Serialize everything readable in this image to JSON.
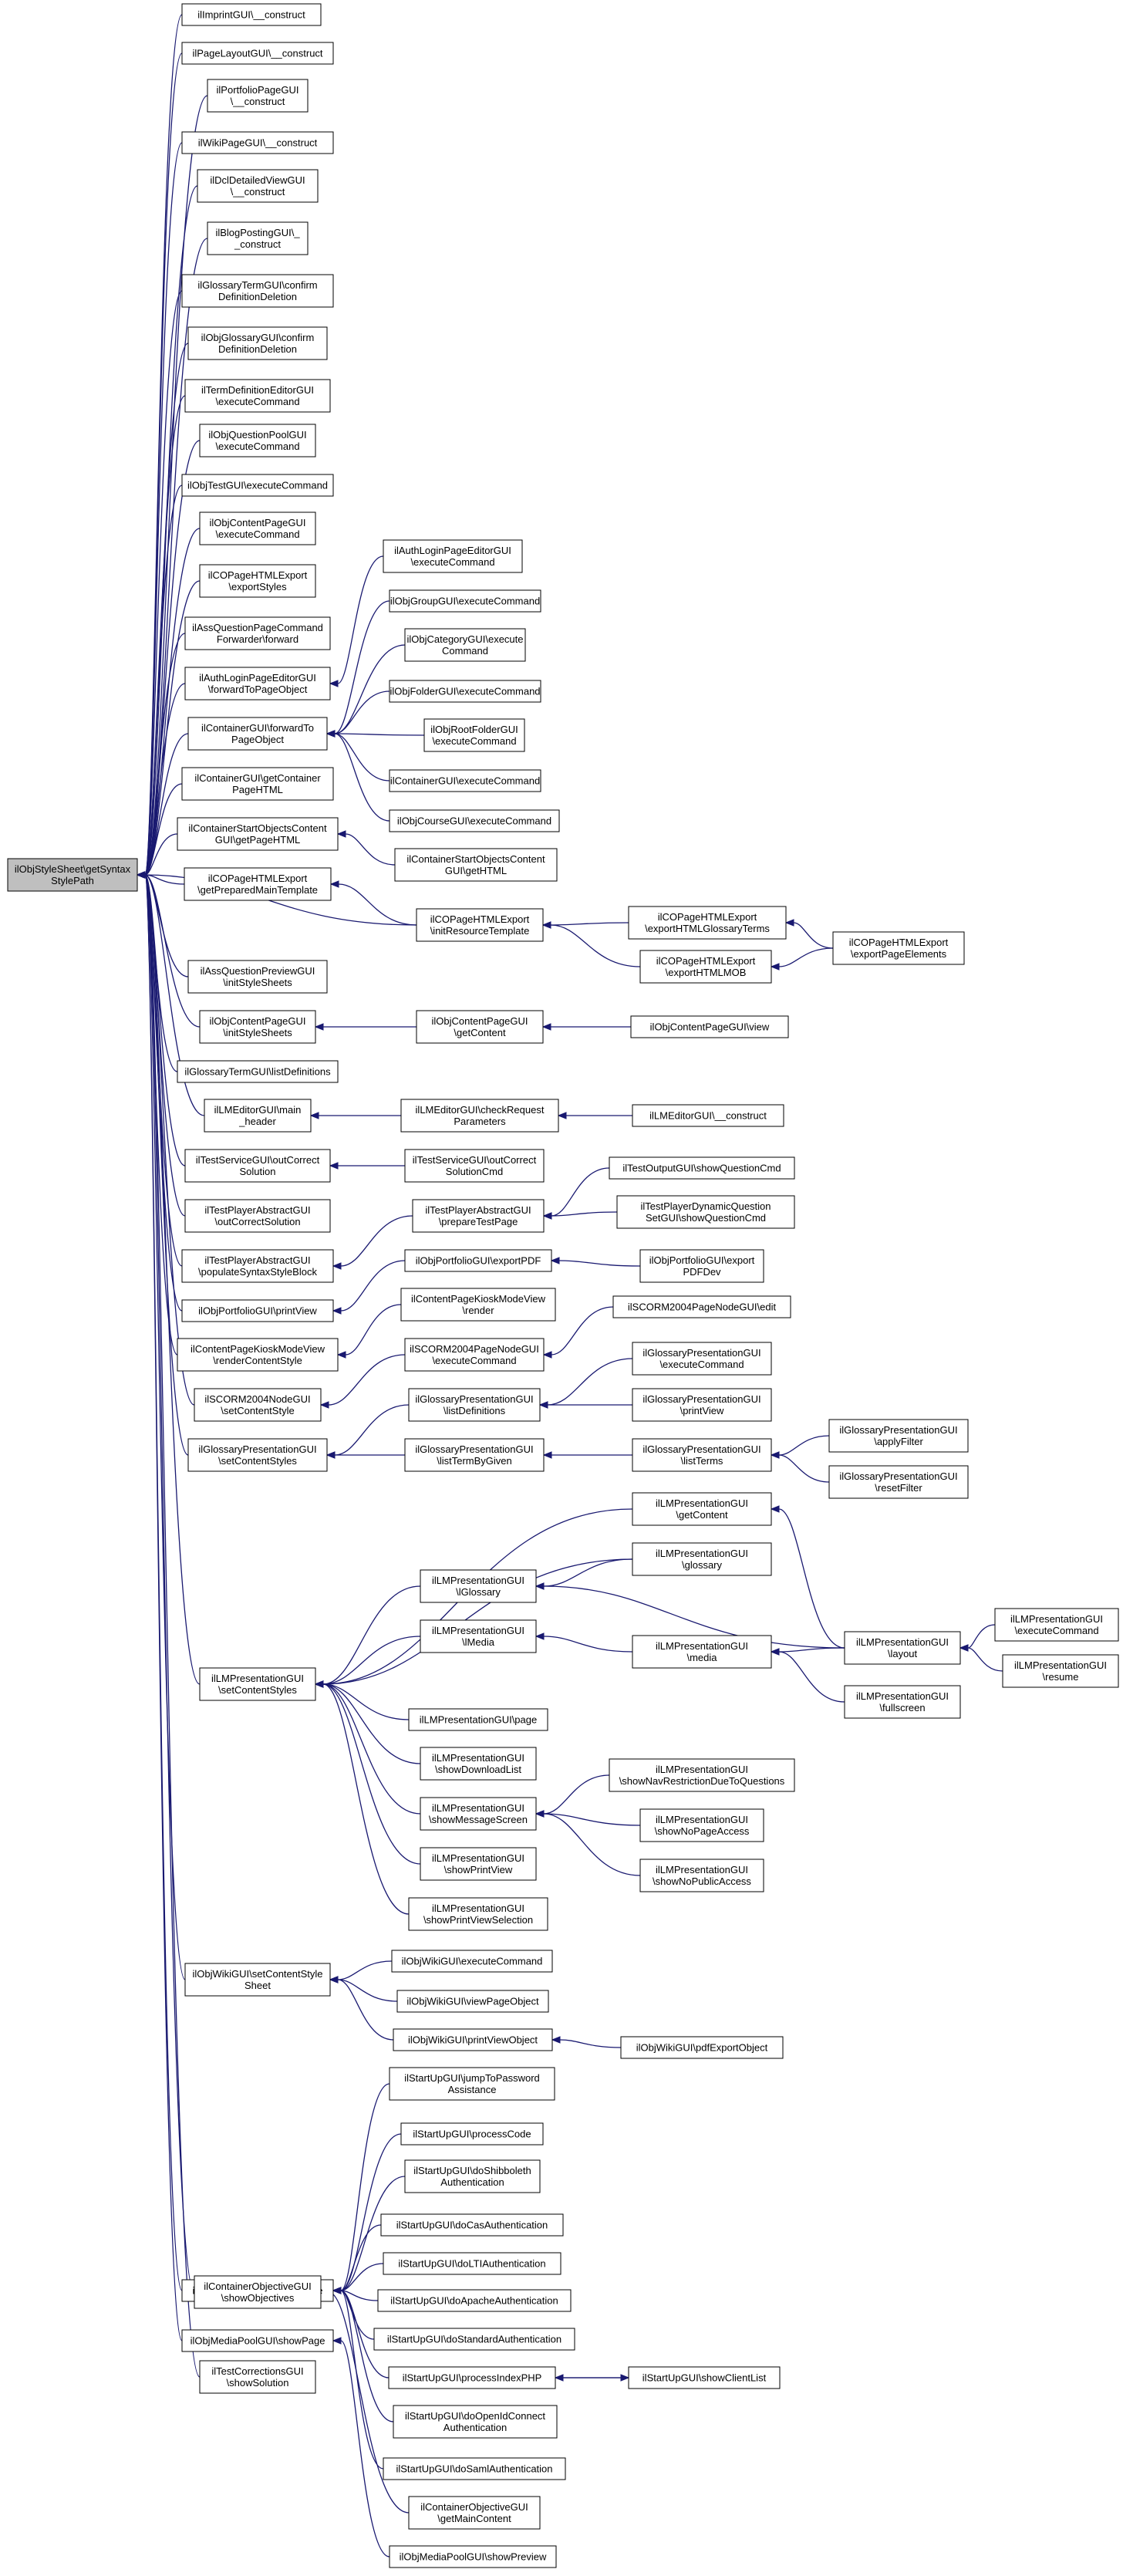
{
  "diagram": {
    "type": "call-graph",
    "nodes": [
      {
        "id": "root",
        "lines": [
          "ilObjStyleSheet\\getSyntax",
          "StylePath"
        ]
      },
      {
        "id": "n1",
        "lines": [
          "ilImprintGUI\\__construct"
        ]
      },
      {
        "id": "n2",
        "lines": [
          "ilPageLayoutGUI\\__construct"
        ]
      },
      {
        "id": "n3",
        "lines": [
          "ilPortfolioPageGUI",
          "\\__construct"
        ]
      },
      {
        "id": "n4",
        "lines": [
          "ilWikiPageGUI\\__construct"
        ]
      },
      {
        "id": "n5",
        "lines": [
          "ilDclDetailedViewGUI",
          "\\__construct"
        ]
      },
      {
        "id": "n6",
        "lines": [
          "ilBlogPostingGUI\\_",
          "_construct"
        ]
      },
      {
        "id": "n7",
        "lines": [
          "ilGlossaryTermGUI\\confirm",
          "DefinitionDeletion"
        ]
      },
      {
        "id": "n8",
        "lines": [
          "ilObjGlossaryGUI\\confirm",
          "DefinitionDeletion"
        ]
      },
      {
        "id": "n9",
        "lines": [
          "ilTermDefinitionEditorGUI",
          "\\executeCommand"
        ]
      },
      {
        "id": "n10",
        "lines": [
          "ilObjQuestionPoolGUI",
          "\\executeCommand"
        ]
      },
      {
        "id": "n11",
        "lines": [
          "ilObjTestGUI\\executeCommand"
        ]
      },
      {
        "id": "n12",
        "lines": [
          "ilObjContentPageGUI",
          "\\executeCommand"
        ]
      },
      {
        "id": "n13",
        "lines": [
          "ilCOPageHTMLExport",
          "\\exportStyles"
        ]
      },
      {
        "id": "n14",
        "lines": [
          "ilAssQuestionPageCommand",
          "Forwarder\\forward"
        ]
      },
      {
        "id": "n15",
        "lines": [
          "ilAuthLoginPageEditorGUI",
          "\\forwardToPageObject"
        ]
      },
      {
        "id": "n16",
        "lines": [
          "ilContainerGUI\\forwardTo",
          "PageObject"
        ]
      },
      {
        "id": "n17",
        "lines": [
          "ilContainerGUI\\getContainer",
          "PageHTML"
        ]
      },
      {
        "id": "n18",
        "lines": [
          "ilContainerStartObjectsContent",
          "GUI\\getPageHTML"
        ]
      },
      {
        "id": "n19",
        "lines": [
          "ilCOPageHTMLExport",
          "\\getPreparedMainTemplate"
        ]
      },
      {
        "id": "n20",
        "lines": [
          "ilAssQuestionPreviewGUI",
          "\\initStyleSheets"
        ]
      },
      {
        "id": "n21",
        "lines": [
          "ilObjContentPageGUI",
          "\\initStyleSheets"
        ]
      },
      {
        "id": "n22",
        "lines": [
          "ilGlossaryTermGUI\\listDefinitions"
        ]
      },
      {
        "id": "n23",
        "lines": [
          "ilLMEditorGUI\\main",
          "_header"
        ]
      },
      {
        "id": "n24",
        "lines": [
          "ilTestServiceGUI\\outCorrect",
          "Solution"
        ]
      },
      {
        "id": "n25",
        "lines": [
          "ilTestPlayerAbstractGUI",
          "\\outCorrectSolution"
        ]
      },
      {
        "id": "n26",
        "lines": [
          "ilTestPlayerAbstractGUI",
          "\\populateSyntaxStyleBlock"
        ]
      },
      {
        "id": "n27",
        "lines": [
          "ilObjPortfolioGUI\\printView"
        ]
      },
      {
        "id": "n28",
        "lines": [
          "ilContentPageKioskModeView",
          "\\renderContentStyle"
        ]
      },
      {
        "id": "n29",
        "lines": [
          "ilSCORM2004NodeGUI",
          "\\setContentStyle"
        ]
      },
      {
        "id": "n30",
        "lines": [
          "ilGlossaryPresentationGUI",
          "\\setContentStyles"
        ]
      },
      {
        "id": "n31",
        "lines": [
          "ilLMPresentationGUI",
          "\\setContentStyles"
        ]
      },
      {
        "id": "n32",
        "lines": [
          "ilObjWikiGUI\\setContentStyle",
          "Sheet"
        ]
      },
      {
        "id": "n33",
        "lines": [
          "ilStartUpGUI\\showLoginPage"
        ]
      },
      {
        "id": "n34",
        "lines": [
          "ilContainerObjectiveGUI",
          "\\showObjectives"
        ]
      },
      {
        "id": "n35",
        "lines": [
          "ilObjMediaPoolGUI\\showPage"
        ]
      },
      {
        "id": "n36",
        "lines": [
          "ilTestCorrectionsGUI",
          "\\showSolution"
        ]
      },
      {
        "id": "m1",
        "lines": [
          "ilAuthLoginPageEditorGUI",
          "\\executeCommand"
        ]
      },
      {
        "id": "m2",
        "lines": [
          "ilObjGroupGUI\\executeCommand"
        ]
      },
      {
        "id": "m3",
        "lines": [
          "ilObjCategoryGUI\\execute",
          "Command"
        ]
      },
      {
        "id": "m4",
        "lines": [
          "ilObjFolderGUI\\executeCommand"
        ]
      },
      {
        "id": "m5",
        "lines": [
          "ilObjRootFolderGUI",
          "\\executeCommand"
        ]
      },
      {
        "id": "m6",
        "lines": [
          "ilContainerGUI\\executeCommand"
        ]
      },
      {
        "id": "m7",
        "lines": [
          "ilObjCourseGUI\\executeCommand"
        ]
      },
      {
        "id": "m8",
        "lines": [
          "ilContainerStartObjectsContent",
          "GUI\\getHTML"
        ]
      },
      {
        "id": "m9",
        "lines": [
          "ilCOPageHTMLExport",
          "\\initResourceTemplate"
        ]
      },
      {
        "id": "m10",
        "lines": [
          "ilObjContentPageGUI",
          "\\getContent"
        ]
      },
      {
        "id": "m11",
        "lines": [
          "ilLMEditorGUI\\checkRequest",
          "Parameters"
        ]
      },
      {
        "id": "m12",
        "lines": [
          "ilTestServiceGUI\\outCorrect",
          "SolutionCmd"
        ]
      },
      {
        "id": "m13",
        "lines": [
          "ilTestPlayerAbstractGUI",
          "\\prepareTestPage"
        ]
      },
      {
        "id": "m14",
        "lines": [
          "ilObjPortfolioGUI\\exportPDF"
        ]
      },
      {
        "id": "m15",
        "lines": [
          "ilContentPageKioskModeView",
          "\\render"
        ]
      },
      {
        "id": "m16",
        "lines": [
          "ilSCORM2004PageNodeGUI",
          "\\executeCommand"
        ]
      },
      {
        "id": "m17",
        "lines": [
          "ilGlossaryPresentationGUI",
          "\\listDefinitions"
        ]
      },
      {
        "id": "m18",
        "lines": [
          "ilGlossaryPresentationGUI",
          "\\listTermByGiven"
        ]
      },
      {
        "id": "m19",
        "lines": [
          "ilLMPresentationGUI",
          "\\lGlossary"
        ]
      },
      {
        "id": "m20",
        "lines": [
          "ilLMPresentationGUI",
          "\\lMedia"
        ]
      },
      {
        "id": "m21",
        "lines": [
          "ilLMPresentationGUI\\page"
        ]
      },
      {
        "id": "m22",
        "lines": [
          "ilLMPresentationGUI",
          "\\showDownloadList"
        ]
      },
      {
        "id": "m23",
        "lines": [
          "ilLMPresentationGUI",
          "\\showMessageScreen"
        ]
      },
      {
        "id": "m24",
        "lines": [
          "ilLMPresentationGUI",
          "\\showPrintView"
        ]
      },
      {
        "id": "m25",
        "lines": [
          "ilLMPresentationGUI",
          "\\showPrintViewSelection"
        ]
      },
      {
        "id": "m26",
        "lines": [
          "ilObjWikiGUI\\executeCommand"
        ]
      },
      {
        "id": "m27",
        "lines": [
          "ilObjWikiGUI\\viewPageObject"
        ]
      },
      {
        "id": "m28",
        "lines": [
          "ilObjWikiGUI\\printViewObject"
        ]
      },
      {
        "id": "m29",
        "lines": [
          "ilStartUpGUI\\jumpToPassword",
          "Assistance"
        ]
      },
      {
        "id": "m30",
        "lines": [
          "ilStartUpGUI\\processCode"
        ]
      },
      {
        "id": "m31",
        "lines": [
          "ilStartUpGUI\\doShibboleth",
          "Authentication"
        ]
      },
      {
        "id": "m32",
        "lines": [
          "ilStartUpGUI\\doCasAuthentication"
        ]
      },
      {
        "id": "m33",
        "lines": [
          "ilStartUpGUI\\doLTIAuthentication"
        ]
      },
      {
        "id": "m34",
        "lines": [
          "ilStartUpGUI\\doApacheAuthentication"
        ]
      },
      {
        "id": "m35",
        "lines": [
          "ilStartUpGUI\\doStandardAuthentication"
        ]
      },
      {
        "id": "m36",
        "lines": [
          "ilStartUpGUI\\processIndexPHP"
        ]
      },
      {
        "id": "m37",
        "lines": [
          "ilStartUpGUI\\doOpenIdConnect",
          "Authentication"
        ]
      },
      {
        "id": "m38",
        "lines": [
          "ilStartUpGUI\\doSamlAuthentication"
        ]
      },
      {
        "id": "m39",
        "lines": [
          "ilContainerObjectiveGUI",
          "\\getMainContent"
        ]
      },
      {
        "id": "m40",
        "lines": [
          "ilObjMediaPoolGUI\\showPreview"
        ]
      },
      {
        "id": "l1",
        "lines": [
          "ilCOPageHTMLExport",
          "\\exportHTMLGlossaryTerms"
        ]
      },
      {
        "id": "l2",
        "lines": [
          "ilCOPageHTMLExport",
          "\\exportHTMLMOB"
        ]
      },
      {
        "id": "l3",
        "lines": [
          "ilObjContentPageGUI\\view"
        ]
      },
      {
        "id": "l4",
        "lines": [
          "ilLMEditorGUI\\__construct"
        ]
      },
      {
        "id": "l5",
        "lines": [
          "ilTestOutputGUI\\showQuestionCmd"
        ]
      },
      {
        "id": "l6",
        "lines": [
          "ilTestPlayerDynamicQuestion",
          "SetGUI\\showQuestionCmd"
        ]
      },
      {
        "id": "l7",
        "lines": [
          "ilObjPortfolioGUI\\export",
          "PDFDev"
        ]
      },
      {
        "id": "l8",
        "lines": [
          "ilSCORM2004PageNodeGUI\\edit"
        ]
      },
      {
        "id": "l9",
        "lines": [
          "ilGlossaryPresentationGUI",
          "\\executeCommand"
        ]
      },
      {
        "id": "l10",
        "lines": [
          "ilGlossaryPresentationGUI",
          "\\printView"
        ]
      },
      {
        "id": "l11",
        "lines": [
          "ilGlossaryPresentationGUI",
          "\\listTerms"
        ]
      },
      {
        "id": "l12",
        "lines": [
          "ilLMPresentationGUI",
          "\\getContent"
        ]
      },
      {
        "id": "l13",
        "lines": [
          "ilLMPresentationGUI",
          "\\glossary"
        ]
      },
      {
        "id": "l14",
        "lines": [
          "ilLMPresentationGUI",
          "\\media"
        ]
      },
      {
        "id": "l15",
        "lines": [
          "ilLMPresentationGUI",
          "\\showNavRestrictionDueToQuestions"
        ]
      },
      {
        "id": "l16",
        "lines": [
          "ilLMPresentationGUI",
          "\\showNoPageAccess"
        ]
      },
      {
        "id": "l17",
        "lines": [
          "ilLMPresentationGUI",
          "\\showNoPublicAccess"
        ]
      },
      {
        "id": "l18",
        "lines": [
          "ilObjWikiGUI\\pdfExportObject"
        ]
      },
      {
        "id": "l19",
        "lines": [
          "ilStartUpGUI\\showClientList"
        ]
      },
      {
        "id": "k1",
        "lines": [
          "ilCOPageHTMLExport",
          "\\exportPageElements"
        ]
      },
      {
        "id": "k2",
        "lines": [
          "ilGlossaryPresentationGUI",
          "\\applyFilter"
        ]
      },
      {
        "id": "k3",
        "lines": [
          "ilGlossaryPresentationGUI",
          "\\resetFilter"
        ]
      },
      {
        "id": "k4",
        "lines": [
          "ilLMPresentationGUI",
          "\\layout"
        ]
      },
      {
        "id": "k5",
        "lines": [
          "ilLMPresentationGUI",
          "\\fullscreen"
        ]
      },
      {
        "id": "j1",
        "lines": [
          "ilLMPresentationGUI",
          "\\executeCommand"
        ]
      },
      {
        "id": "j2",
        "lines": [
          "ilLMPresentationGUI",
          "\\resume"
        ]
      }
    ]
  }
}
